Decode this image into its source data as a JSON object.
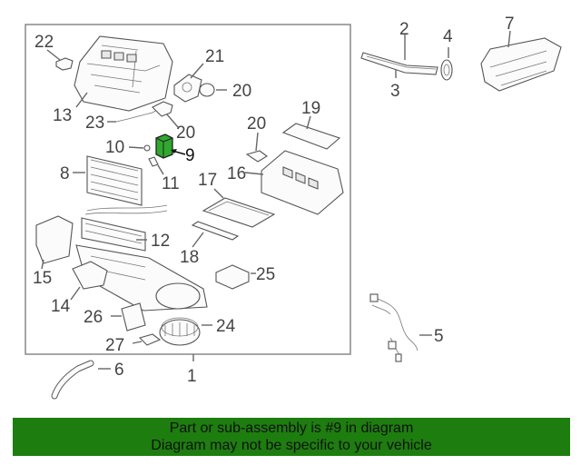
{
  "callouts": {
    "c1": "1",
    "c2": "2",
    "c3": "3",
    "c4": "4",
    "c5": "5",
    "c6": "6",
    "c7": "7",
    "c8": "8",
    "c9": "9",
    "c10": "10",
    "c11": "11",
    "c12": "12",
    "c13": "13",
    "c14": "14",
    "c15": "15",
    "c16": "16",
    "c17": "17",
    "c18": "18",
    "c19": "19",
    "c20a": "20",
    "c20b": "20",
    "c20c": "20",
    "c21": "21",
    "c22": "22",
    "c23": "23",
    "c24": "24",
    "c25": "25",
    "c26": "26",
    "c27": "27"
  },
  "footer": {
    "line1": "Part or sub-assembly is #9 in diagram",
    "line2": "Diagram may not be specific to your vehicle"
  },
  "colors": {
    "footer_bg": "#1e7d0f",
    "highlight": "#1a9a1a"
  }
}
